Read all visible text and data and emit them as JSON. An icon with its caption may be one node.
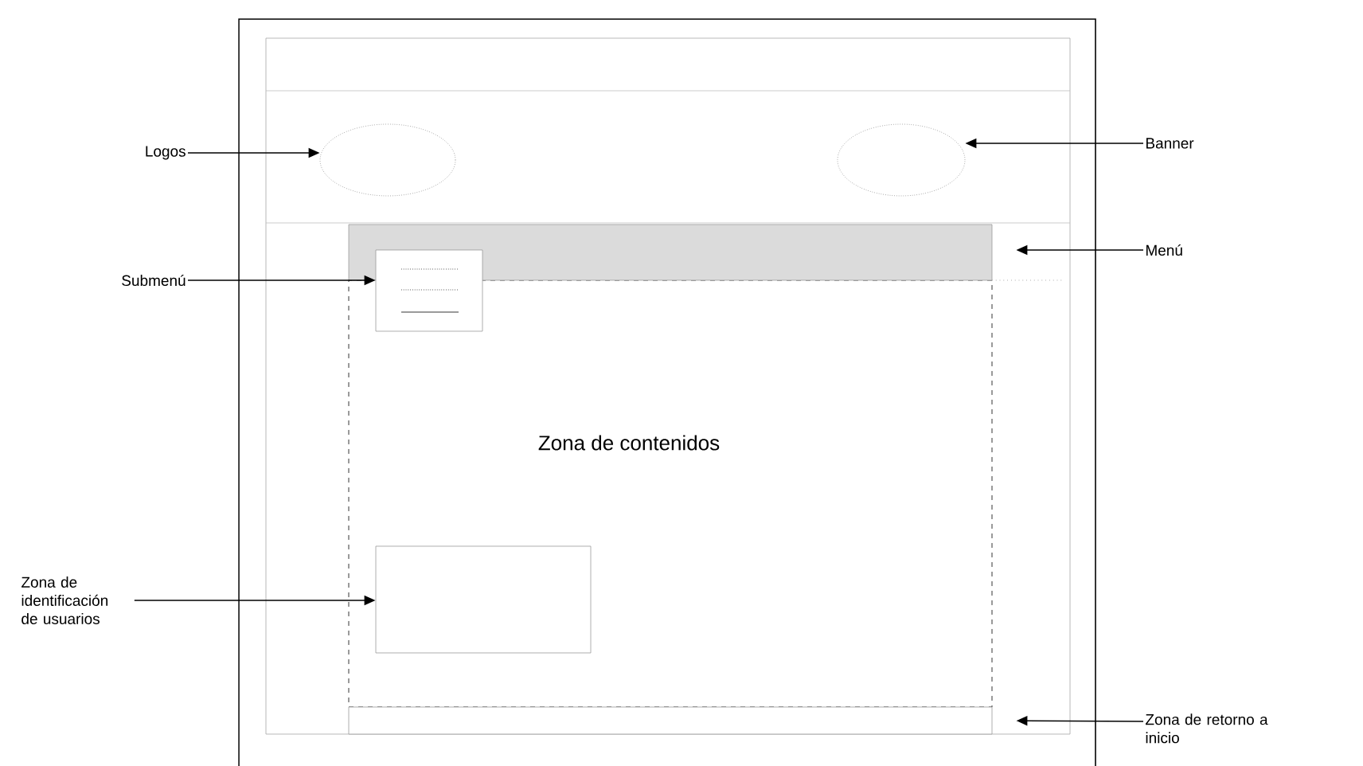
{
  "diagram": {
    "nodes": [
      {
        "text": [
          "Logos"
        ]
      },
      {
        "text": [],
        "shape": "ellipse"
      },
      {
        "text": [
          "Banner"
        ]
      },
      {
        "text": [],
        "shape": "ellipse"
      },
      {
        "text": [
          "Menú"
        ]
      },
      {
        "text": [],
        "shape": "bar"
      },
      {
        "text": [
          "Submenú"
        ]
      },
      {
        "text": [],
        "shape": "box"
      },
      {
        "text": [
          "Zona de contenidos"
        ]
      },
      {
        "text": [
          "Zona de identificación de usuarios"
        ]
      },
      {
        "text": [],
        "shape": "box",
        "in": 8
      },
      {
        "text": [
          "Zona de retorno a inicio"
        ]
      },
      {
        "text": [],
        "shape": "bar"
      }
    ],
    "edges": [
      {
        "from": 0,
        "to": 1,
        "arrow": "to"
      },
      {
        "from": 2,
        "to": 3,
        "arrow": "to"
      },
      {
        "from": 4,
        "to": 5,
        "arrow": "to"
      },
      {
        "from": 6,
        "to": 7,
        "arrow": "to"
      },
      {
        "from": 9,
        "to": 10,
        "arrow": "to"
      },
      {
        "from": 11,
        "to": 12,
        "arrow": "to"
      }
    ]
  }
}
